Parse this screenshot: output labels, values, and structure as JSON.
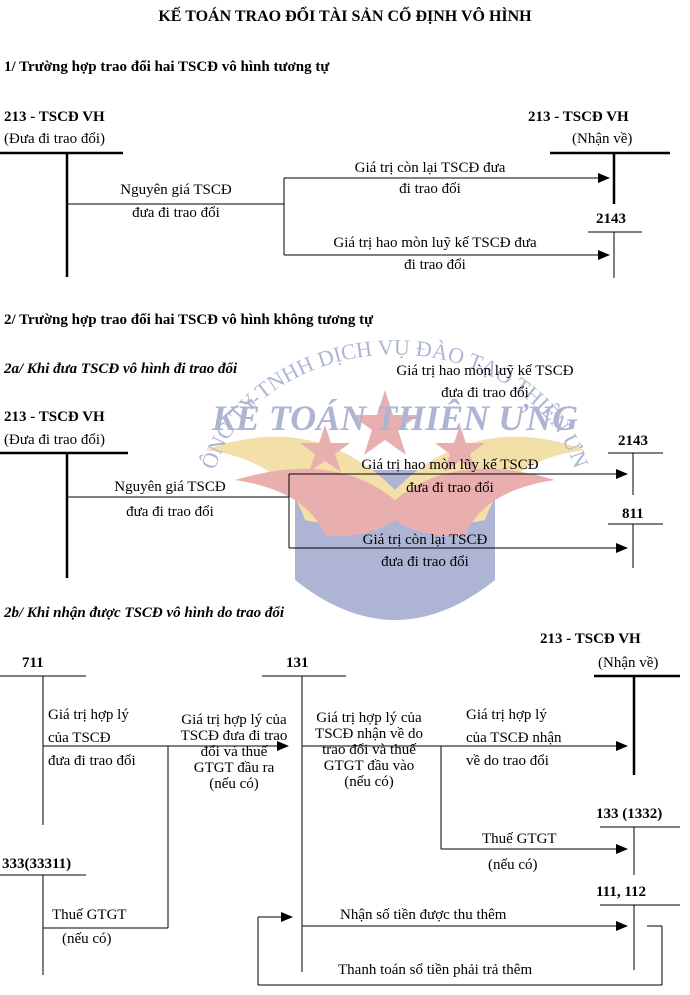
{
  "title": "KẾ TOÁN TRAO ĐỔI TÀI SẢN CỐ ĐỊNH VÔ HÌNH",
  "section1": {
    "heading": "1/ Trường hợp trao đổi hai TSCĐ vô hình tương tự",
    "acc_left": "213 - TSCĐ VH",
    "acc_left_note": "(Đưa đi trao đổi)",
    "acc_right": "213 - TSCĐ VH",
    "acc_right_note": "(Nhận về)",
    "acc_2143": "2143",
    "flow_main": [
      "Nguyên giá TSCĐ",
      "đưa đi trao đổi"
    ],
    "flow_top": [
      "Giá trị còn lại TSCĐ đưa",
      "đi trao đổi"
    ],
    "flow_bottom": [
      "Giá trị hao mòn luỹ kế TSCĐ đưa",
      "đi trao đổi"
    ]
  },
  "section2": {
    "heading": "2/ Trường hợp trao đổi hai TSCĐ vô hình không tương tự"
  },
  "section2a": {
    "heading": "2a/ Khi đưa TSCĐ vô hình đi trao đổi",
    "note_top": [
      "Giá trị hao mòn luỹ kế TSCĐ",
      "đưa đi trao đổi"
    ],
    "acc_left": "213 - TSCĐ VH",
    "acc_left_note": "(Đưa đi trao đổi)",
    "acc_2143": "2143",
    "acc_811": "811",
    "flow_main": [
      "Nguyên giá TSCĐ",
      "đưa đi trao đổi"
    ],
    "flow_top": [
      "Giá trị hao mòn lũy kế TSCĐ",
      "đưa đi trao đổi"
    ],
    "flow_bottom": [
      "Giá trị còn lại TSCĐ",
      "đưa đi trao đổi"
    ]
  },
  "section2b": {
    "heading": "2b/ Khi nhận được TSCĐ vô hình do trao đổi",
    "acc_711": "711",
    "acc_131": "131",
    "acc_right": "213 - TSCĐ VH",
    "acc_right_note": "(Nhận về)",
    "acc_133": "133 (1332)",
    "acc_333": "333(33311)",
    "acc_111": "111, 112",
    "text_711": [
      "Giá trị hợp lý",
      "của TSCĐ",
      "đưa đi trao đổi"
    ],
    "flow_711_131": "Giá trị hợp lý của TSCĐ đưa đi trao đổi và thuế GTGT đầu ra (nếu có)",
    "text_131": "Giá trị hợp lý của TSCĐ nhận về do trao đổi và thuế GTGT đầu vào (nếu có)",
    "flow_to_213": [
      "Giá trị hợp lý",
      "của TSCĐ nhận",
      "về do trao đổi"
    ],
    "flow_to_133": [
      "Thuế GTGT",
      "(nếu có)"
    ],
    "flow_333": [
      "Thuế GTGT",
      "(nếu có)"
    ],
    "flow_receive": "Nhận số tiền được thu thêm",
    "flow_pay": "Thanh toán số tiền phải trả thêm"
  },
  "watermark": {
    "arc_text": "CÔNG TY TNHH DỊCH VỤ ĐÀO TẠO THIÊN ƯNG",
    "brand": "KẾ TOÁN THIÊN ƯNG",
    "colors": {
      "blue": "#2c3f8f",
      "red": "#c8302c",
      "gold": "#e0b020"
    }
  }
}
